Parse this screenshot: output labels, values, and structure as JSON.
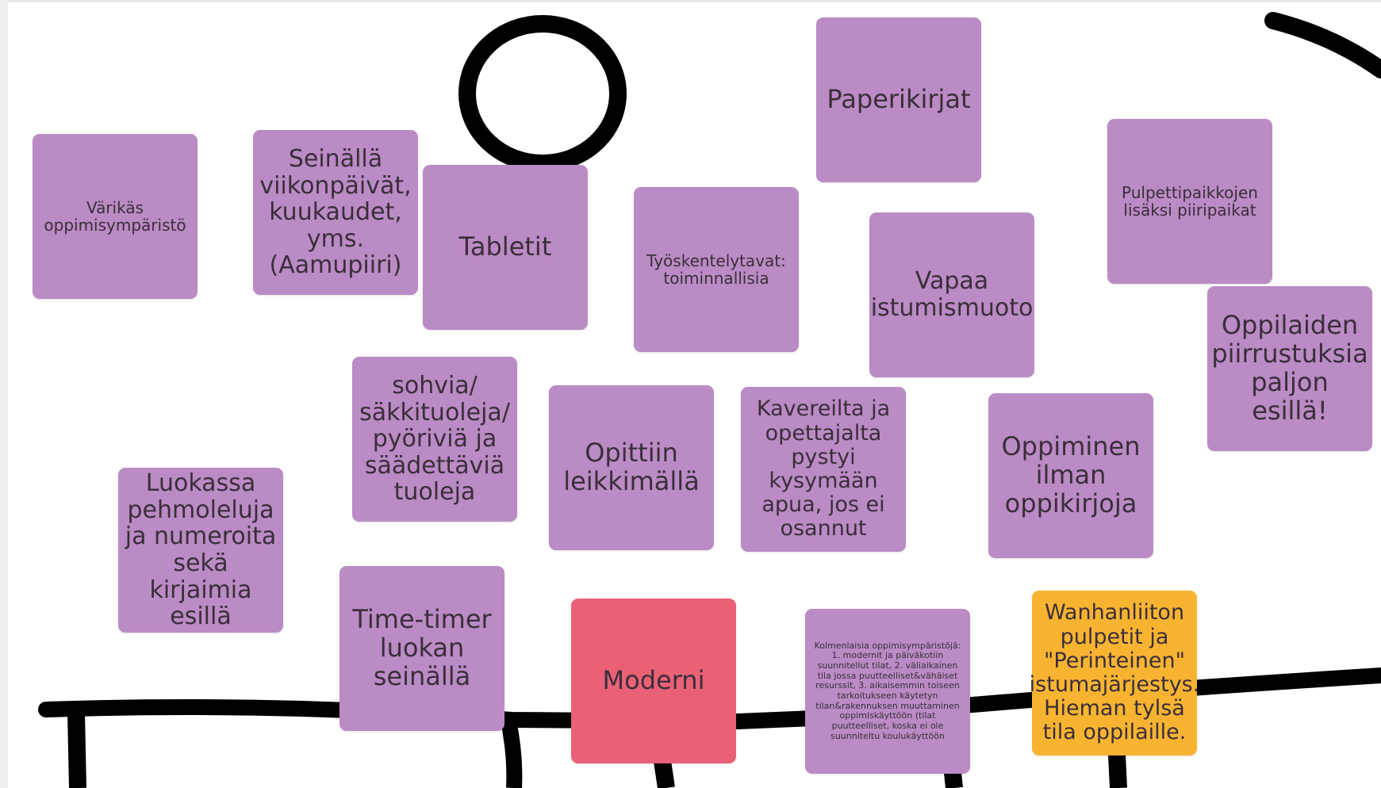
{
  "board": {
    "notes": [
      {
        "id": "varikas",
        "text": "Värikäs oppimisympäristö",
        "color": "#bb8bc5"
      },
      {
        "id": "seinalla",
        "text": "Seinällä viikonpäivät, kuukaudet, yms. (Aamupiiri)",
        "color": "#bb8bc5"
      },
      {
        "id": "tabletit",
        "text": "Tabletit",
        "color": "#bb8bc5"
      },
      {
        "id": "tyoskentelytavat",
        "text": "Työskentelytavat: toiminnallisia",
        "color": "#bb8bc5"
      },
      {
        "id": "paperikirjat",
        "text": "Paperikirjat",
        "color": "#bb8bc5"
      },
      {
        "id": "vapaa",
        "text": "Vapaa istumismuoto",
        "color": "#bb8bc5"
      },
      {
        "id": "pulpettipaikkojen",
        "text": "Pulpettipaikkojen lisäksi piiripaikat",
        "color": "#bb8bc5"
      },
      {
        "id": "oppilaiden",
        "text": "Oppilaiden piirrustuksia paljon esillä!",
        "color": "#bb8bc5"
      },
      {
        "id": "sohvia",
        "text": "sohvia/ säkkituoleja/ pyöriviä ja säädettäviä tuoleja",
        "color": "#bb8bc5"
      },
      {
        "id": "opittiin",
        "text": "Opittiin leikkimällä",
        "color": "#bb8bc5"
      },
      {
        "id": "kavereilta",
        "text": "Kavereilta ja opettajalta pystyi kysymään apua, jos ei osannut",
        "color": "#bb8bc5"
      },
      {
        "id": "oppiminen",
        "text": "Oppiminen ilman oppikirjoja",
        "color": "#bb8bc5"
      },
      {
        "id": "luokassa",
        "text": "Luokassa pehmoleluja ja numeroita sekä kirjaimia esillä",
        "color": "#bb8bc5"
      },
      {
        "id": "timetimer",
        "text": "Time-timer luokan seinällä",
        "color": "#bb8bc5"
      },
      {
        "id": "moderni",
        "text": "Moderni",
        "color": "#ea6176"
      },
      {
        "id": "kolmenlaisia",
        "text": "Kolmenlaisia oppimisympäristöjä: 1. modernit ja päiväkotiin suunnitellut tilat, 2. väliaikainen tila jossa puutteelliset&vähäiset resurssit, 3. aikaisemmin toiseen tarkoitukseen käytetyn tilan&rakennuksen muuttaminen oppimiskäyttöön (tilat puutteelliset, koska ei ole suunniteltu koulukäyttöön",
        "color": "#bb8bc5"
      },
      {
        "id": "wanhanliiton",
        "text": "Wanhanliiton pulpetit ja \"Perinteinen\" istumajärjestys. Hieman tylsä tila oppilaille.",
        "color": "#f8b431"
      }
    ]
  }
}
